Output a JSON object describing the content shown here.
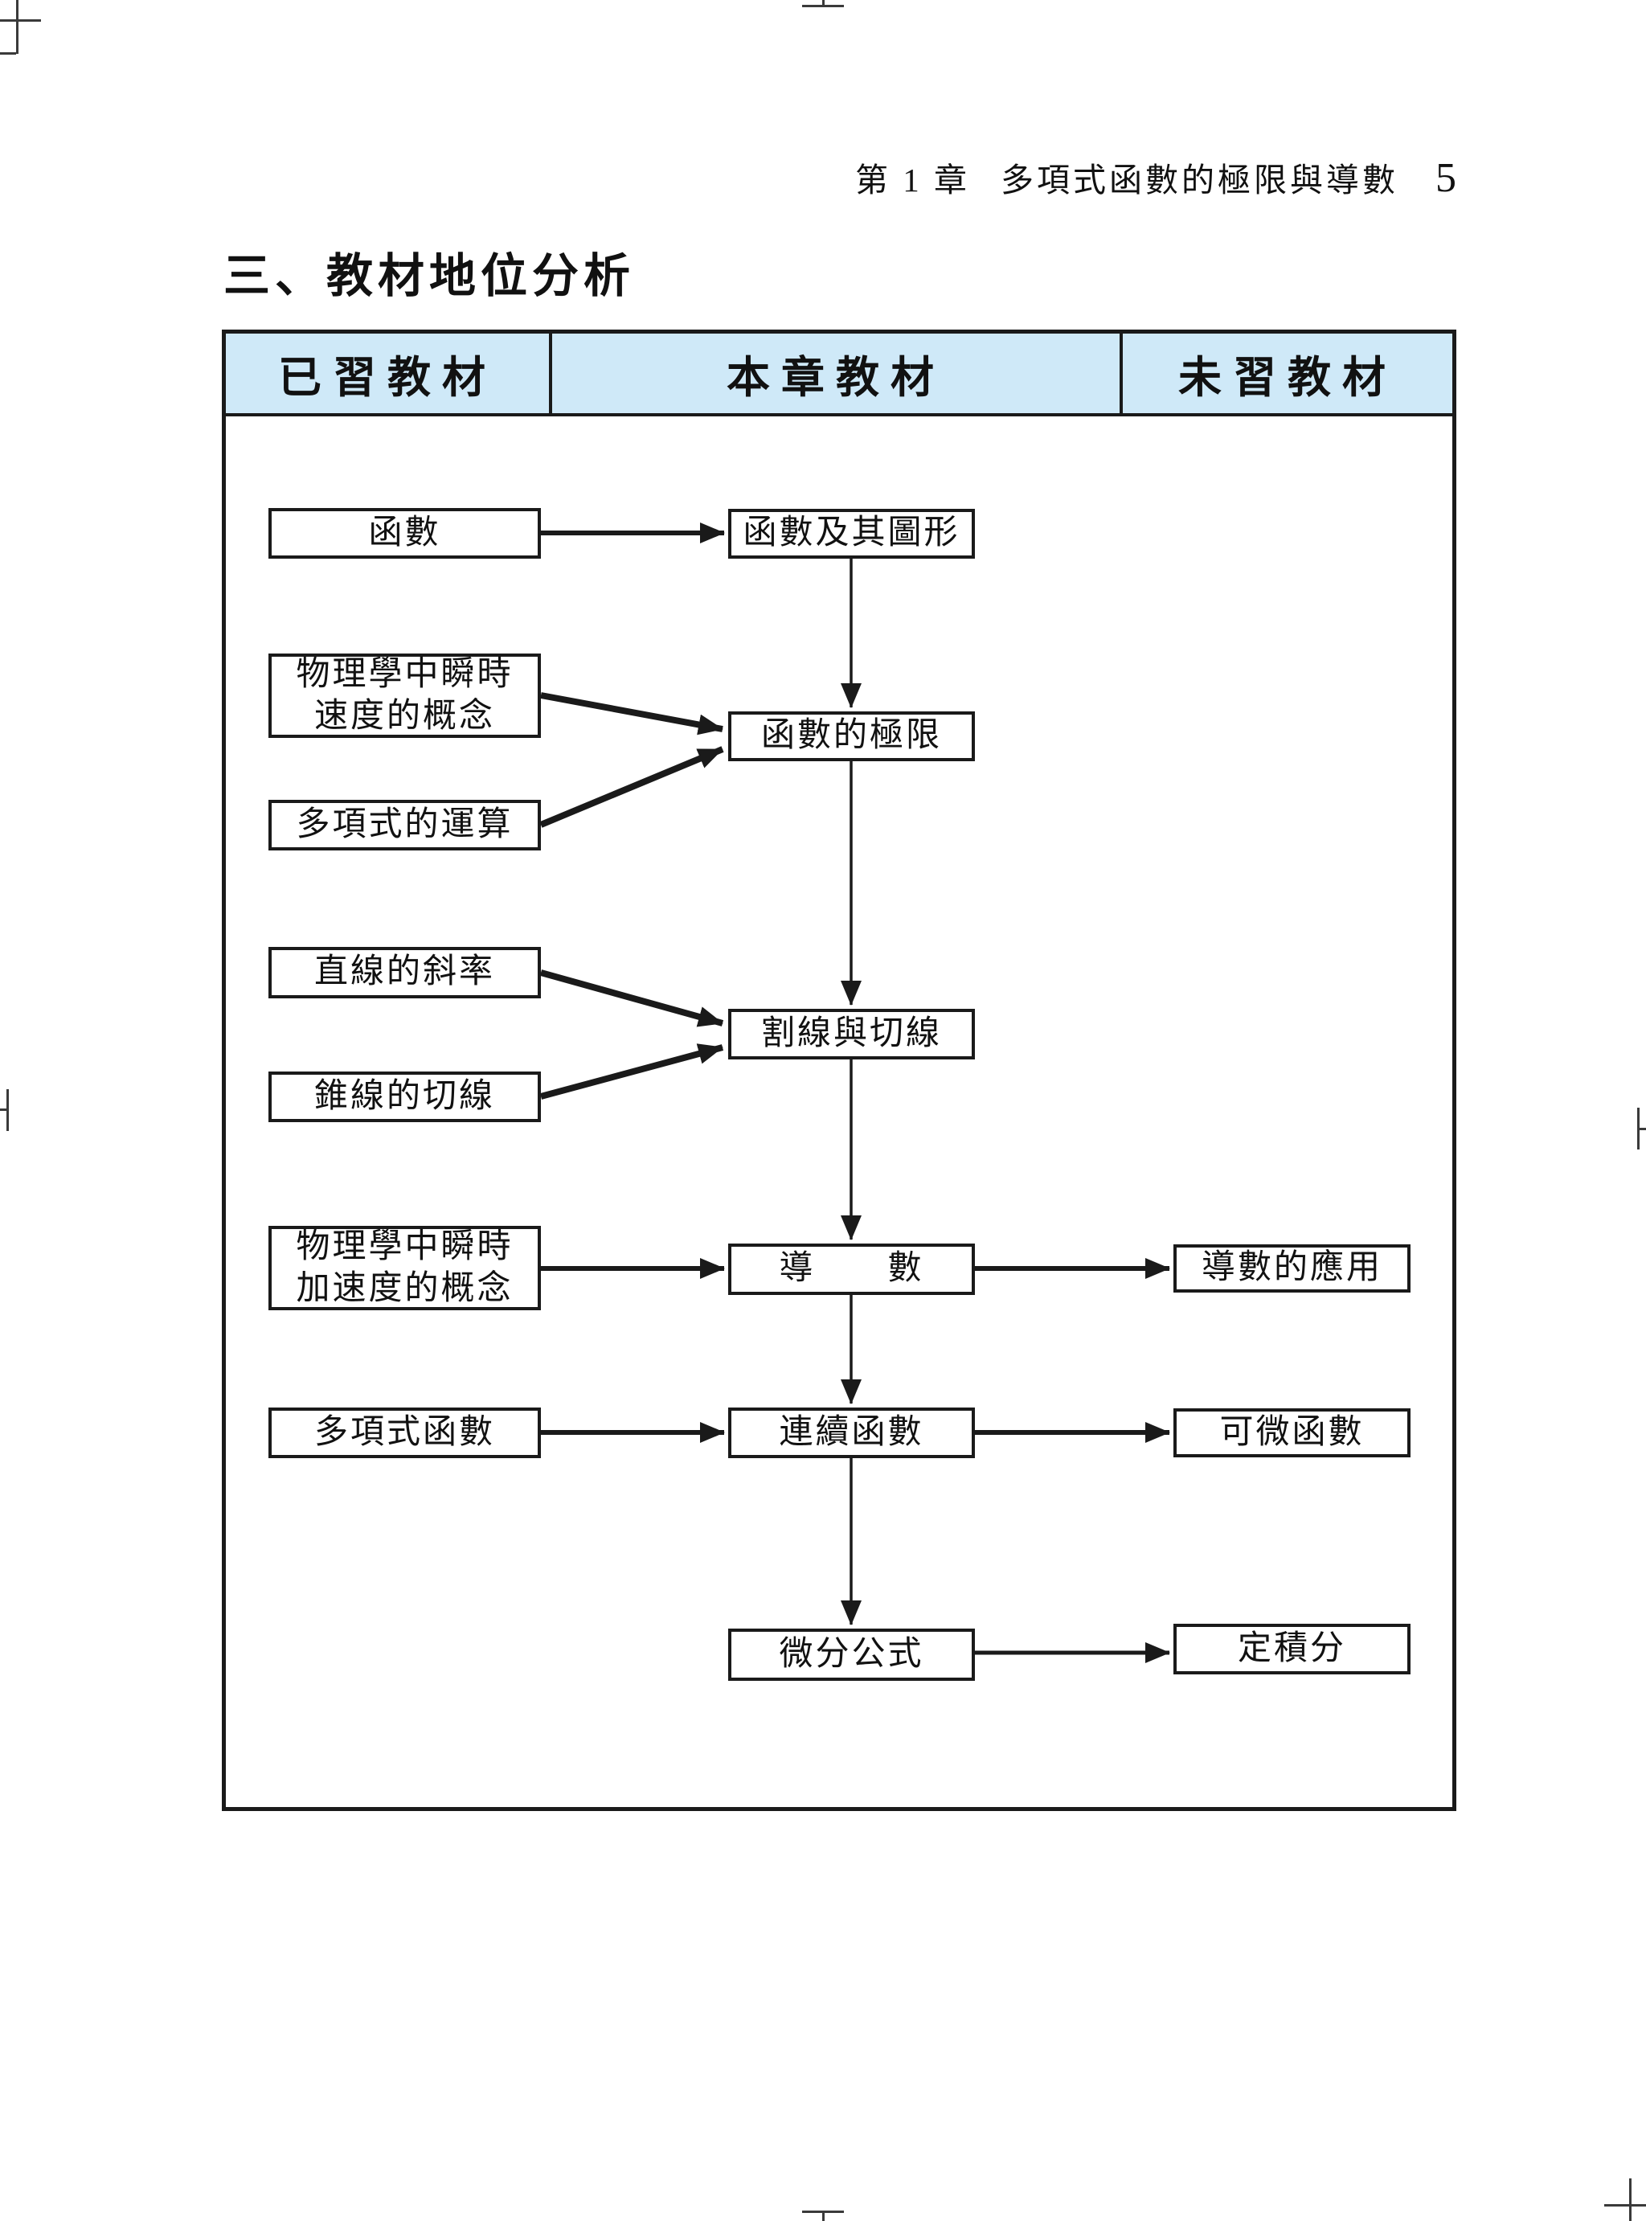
{
  "page_header": {
    "chapter": "第 1 章",
    "title": "多項式函數的極限與導數",
    "page_number": "5"
  },
  "section_title": "三、教材地位分析",
  "diagram": {
    "header_bg": "#cfe9f8",
    "columns": [
      {
        "label": "已習教材"
      },
      {
        "label": "本章教材"
      },
      {
        "label": "未習教材"
      }
    ],
    "left_boxes": [
      {
        "label": "函數"
      },
      {
        "label": "物理學中瞬時\n速度的概念"
      },
      {
        "label": "多項式的運算"
      },
      {
        "label": "直線的斜率"
      },
      {
        "label": "錐線的切線"
      },
      {
        "label": "物理學中瞬時\n加速度的概念"
      },
      {
        "label": "多項式函數"
      }
    ],
    "middle_boxes": [
      {
        "label": "函數及其圖形"
      },
      {
        "label": "函數的極限"
      },
      {
        "label": "割線與切線"
      },
      {
        "label": "導　　數"
      },
      {
        "label": "連續函數"
      },
      {
        "label": "微分公式"
      }
    ],
    "right_boxes": [
      {
        "label": "導數的應用"
      },
      {
        "label": "可微函數"
      },
      {
        "label": "定積分"
      }
    ]
  }
}
